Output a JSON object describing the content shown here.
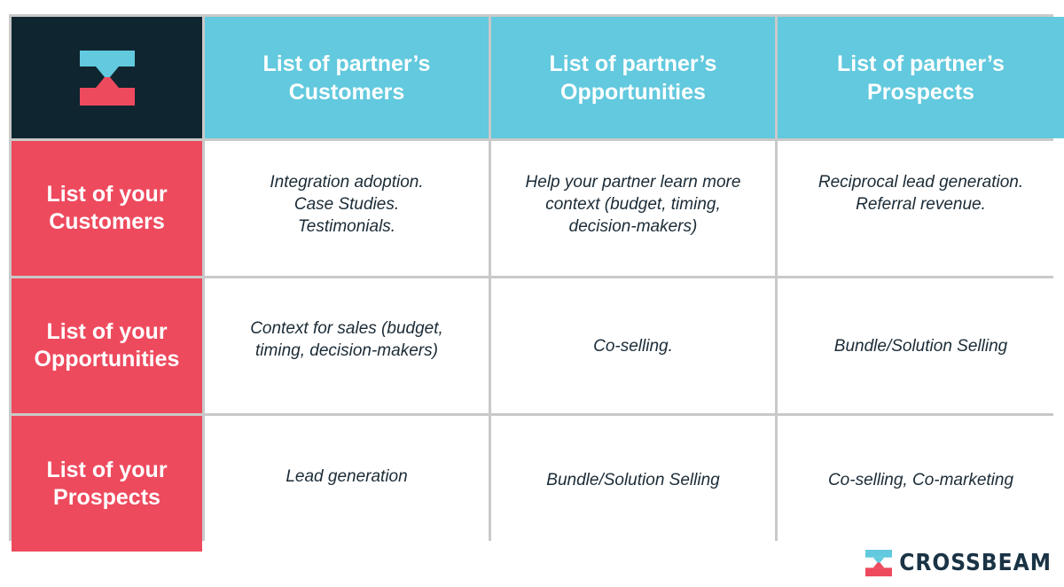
{
  "columns": [
    {
      "line1": "List of partner’s",
      "line2": "Customers"
    },
    {
      "line1": "List of partner’s",
      "line2": "Opportunities"
    },
    {
      "line1": "List of partner’s",
      "line2": "Prospects"
    }
  ],
  "rows": [
    {
      "line1": "List of your",
      "line2": "Customers",
      "cells": [
        [
          "Integration adoption.",
          "Case Studies.",
          "Testimonials."
        ],
        [
          "Help your partner learn more",
          "context (budget, timing,",
          "decision-makers)"
        ],
        [
          "Reciprocal lead generation.",
          "Referral revenue."
        ]
      ]
    },
    {
      "line1": "List of your",
      "line2": "Opportunities",
      "cells": [
        [
          "Context for sales (budget,",
          "timing, decision-makers)"
        ],
        [
          "Co-selling."
        ],
        [
          "Bundle/Solution Selling"
        ]
      ]
    },
    {
      "line1": "List of your",
      "line2": "Prospects",
      "cells": [
        [
          "Lead generation"
        ],
        [
          "Bundle/Solution Selling"
        ],
        [
          "Co-selling, Co-marketing"
        ]
      ]
    }
  ],
  "brand": {
    "name": "CROSSBEAM",
    "logo_icon": "crossbeam-logo-icon"
  },
  "colors": {
    "dark": "#0f2530",
    "teal": "#62c9de",
    "coral": "#ee4a5e",
    "text": "#1b2b36"
  }
}
